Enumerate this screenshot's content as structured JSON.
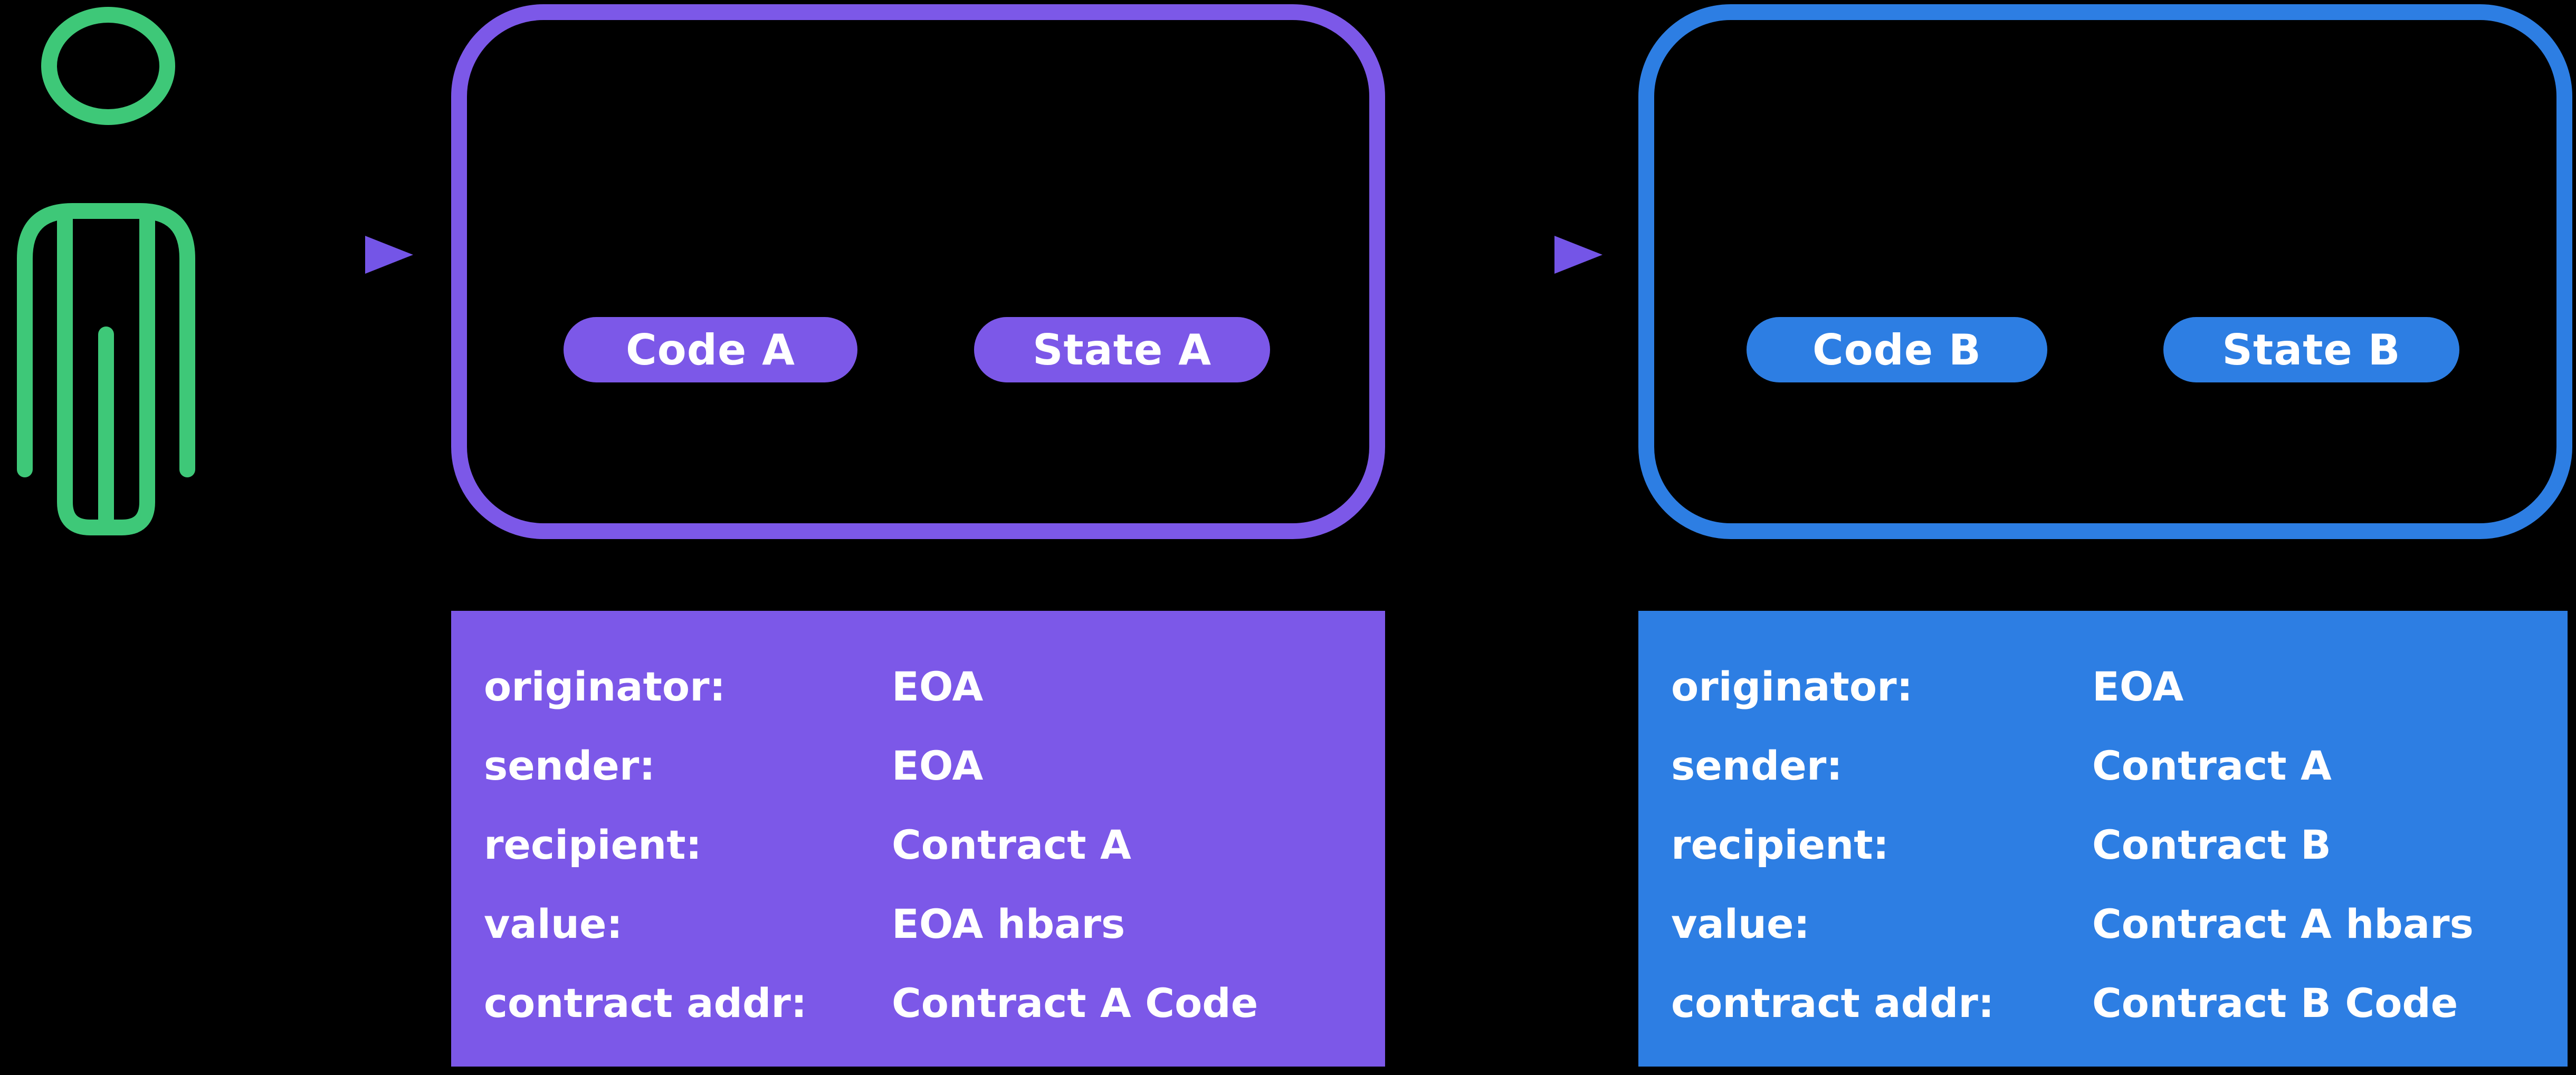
{
  "colors": {
    "background": "#000000",
    "green": "#3EC878",
    "purple": "#7C58E8",
    "blue": "#2D7EE3",
    "text": "#FFFFFF",
    "arrow_gradient_start": "#2D7EE3",
    "arrow_gradient_end": "#7C58E8"
  },
  "eoa": {
    "icon": "person-icon"
  },
  "contract_a": {
    "code_pill": "Code A",
    "state_pill": "State A",
    "call_frame": [
      {
        "label": "originator:",
        "value": "EOA"
      },
      {
        "label": "sender:",
        "value": "EOA"
      },
      {
        "label": "recipient:",
        "value": "Contract A"
      },
      {
        "label": "value:",
        "value": "EOA hbars"
      },
      {
        "label": "contract addr:",
        "value": "Contract A Code"
      }
    ]
  },
  "contract_b": {
    "code_pill": "Code B",
    "state_pill": "State B",
    "call_frame": [
      {
        "label": "originator:",
        "value": "EOA"
      },
      {
        "label": "sender:",
        "value": "Contract A"
      },
      {
        "label": "recipient:",
        "value": "Contract B"
      },
      {
        "label": "value:",
        "value": "Contract A hbars"
      },
      {
        "label": "contract addr:",
        "value": "Contract B Code"
      }
    ]
  }
}
